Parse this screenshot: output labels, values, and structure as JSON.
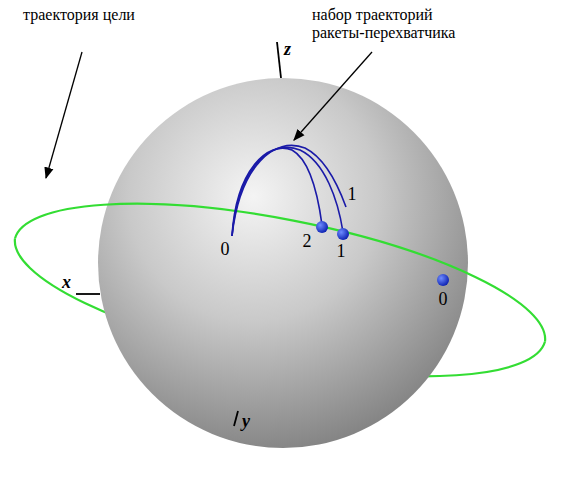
{
  "diagram": {
    "labels": [
      "траектория цели",
      "набор траекторий ракеты-перехватчика",
      "z",
      "x",
      "y",
      "0",
      "1",
      "2",
      "1",
      "0"
    ]
  }
}
